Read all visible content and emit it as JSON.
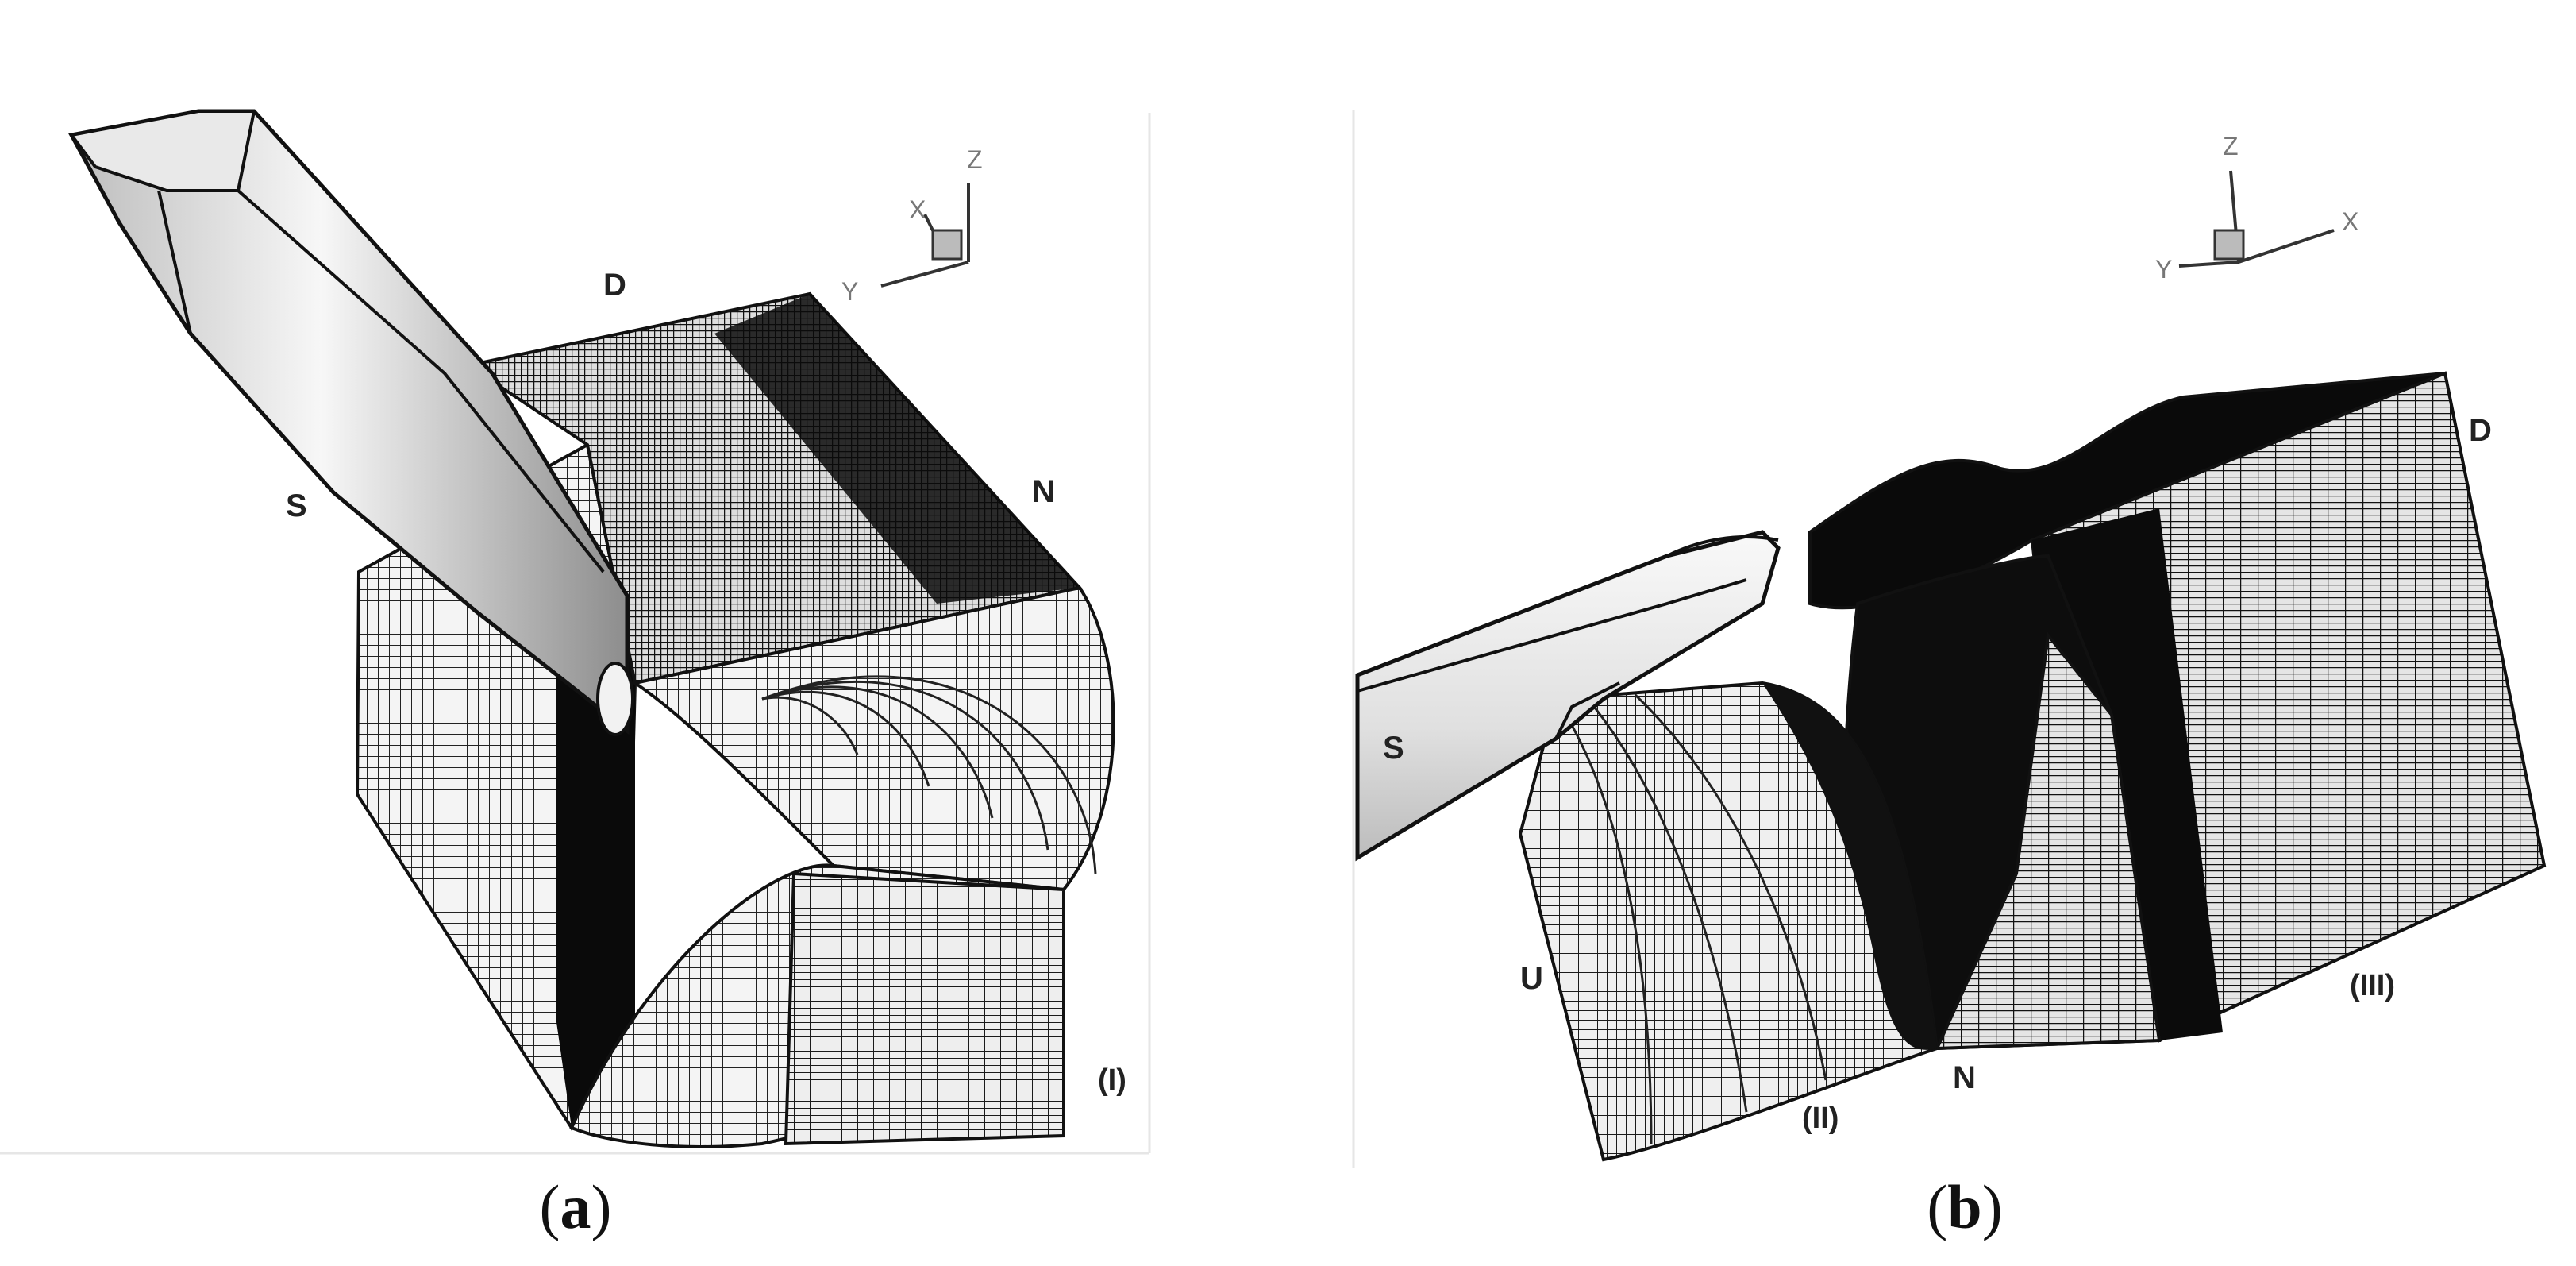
{
  "figure": {
    "panels": [
      {
        "id": "a",
        "caption_label": "a",
        "region_labels": {
          "s": "S",
          "d": "D",
          "n": "N",
          "zone": "(I)"
        },
        "axes": {
          "x": "X",
          "y": "Y",
          "z": "Z"
        }
      },
      {
        "id": "b",
        "caption_label": "b",
        "region_labels": {
          "s": "S",
          "d": "D",
          "u": "U",
          "n": "N",
          "zone2": "(II)",
          "zone3": "(III)"
        },
        "axes": {
          "x": "X",
          "y": "Y",
          "z": "Z"
        }
      }
    ]
  }
}
